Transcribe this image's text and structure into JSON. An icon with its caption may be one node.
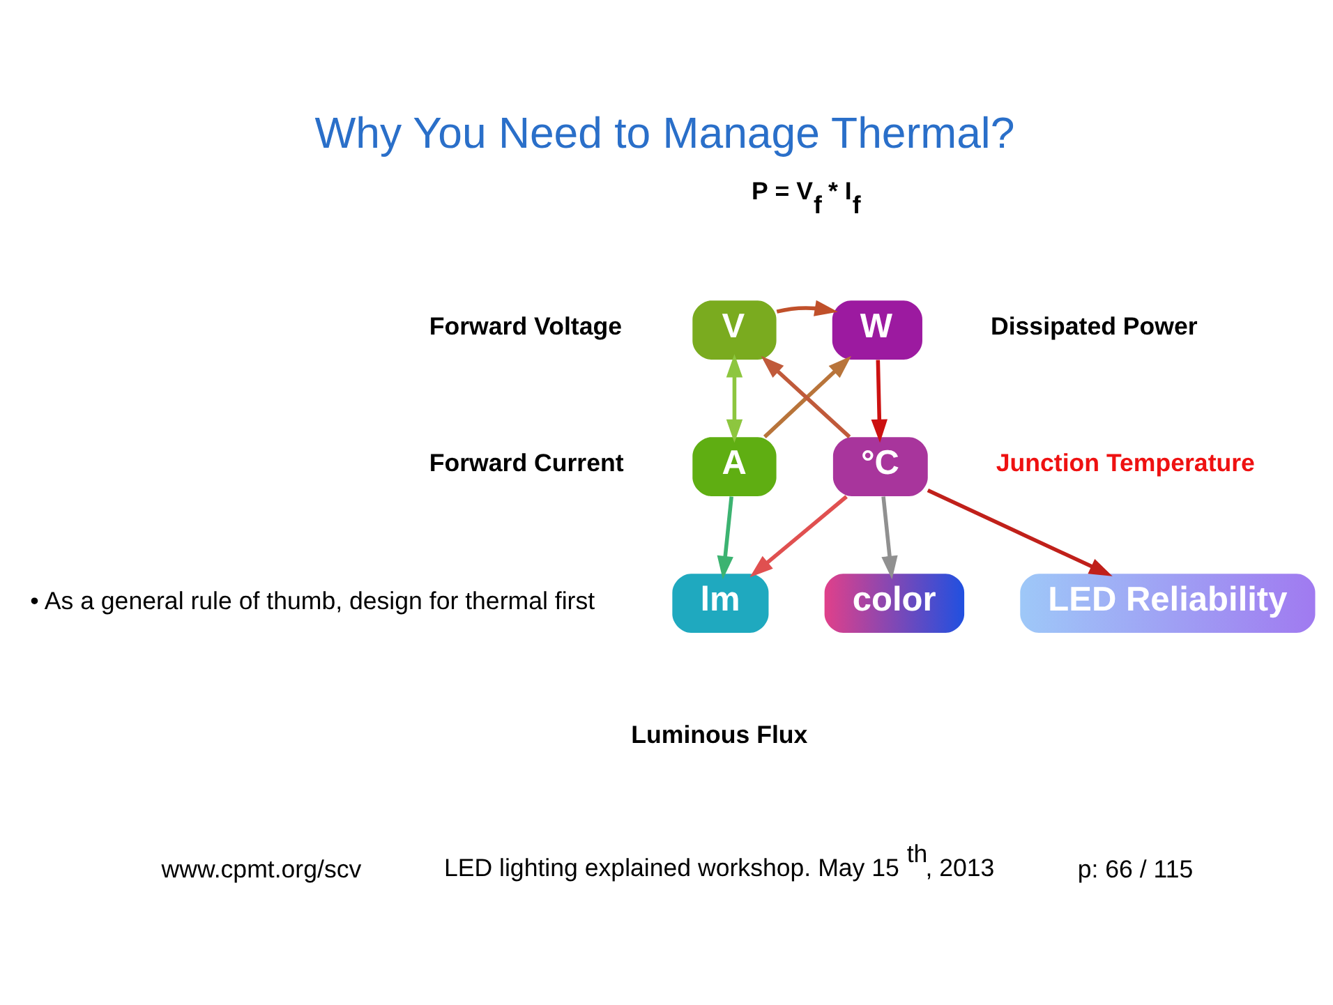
{
  "diagram": {
    "title": "Why You Need to Manage Thermal?",
    "nodes": [
      {
        "text": [
          "V"
        ],
        "beside": [
          "Forward Voltage"
        ]
      },
      {
        "text": [
          "W"
        ],
        "beside": [
          "Dissipated Power"
        ]
      },
      {
        "text": [
          "A"
        ],
        "beside": [
          "Forward Current"
        ]
      },
      {
        "text": [
          "°C"
        ],
        "beside": [
          "Junction Temperature"
        ]
      },
      {
        "text": [
          "lm"
        ],
        "beside": [
          "Luminous Flux"
        ]
      },
      {
        "text": [
          "color"
        ]
      },
      {
        "text": [
          "LED Reliability"
        ]
      }
    ],
    "edges": [
      {
        "from": 0,
        "to": 1,
        "arrow": "to",
        "color": "#c0502a"
      },
      {
        "from": 0,
        "to": 2,
        "arrow": "both",
        "color": "#8dc63f"
      },
      {
        "from": 2,
        "to": 1,
        "arrow": "to",
        "color": "#b8743a"
      },
      {
        "from": 3,
        "to": 0,
        "arrow": "to",
        "color": "#c05a3a"
      },
      {
        "from": 1,
        "to": 3,
        "arrow": "to",
        "color": "#cc1111"
      },
      {
        "from": 2,
        "to": 4,
        "arrow": "to",
        "color": "#3cb371"
      },
      {
        "from": 3,
        "to": 4,
        "arrow": "to",
        "color": "#e05050"
      },
      {
        "from": 3,
        "to": 5,
        "arrow": "to",
        "color": "#909090"
      },
      {
        "from": 3,
        "to": 6,
        "arrow": "to",
        "color": "#c0201a"
      }
    ],
    "labels": [
      "P = V$_{f}$ * I$_{f}$",
      "• As a general rule of thumb, design for thermal first",
      "www.cpmt.org/scv",
      "LED lighting explained workshop. May 15$^{th}$, 2013",
      "p: 66 / 115"
    ]
  }
}
